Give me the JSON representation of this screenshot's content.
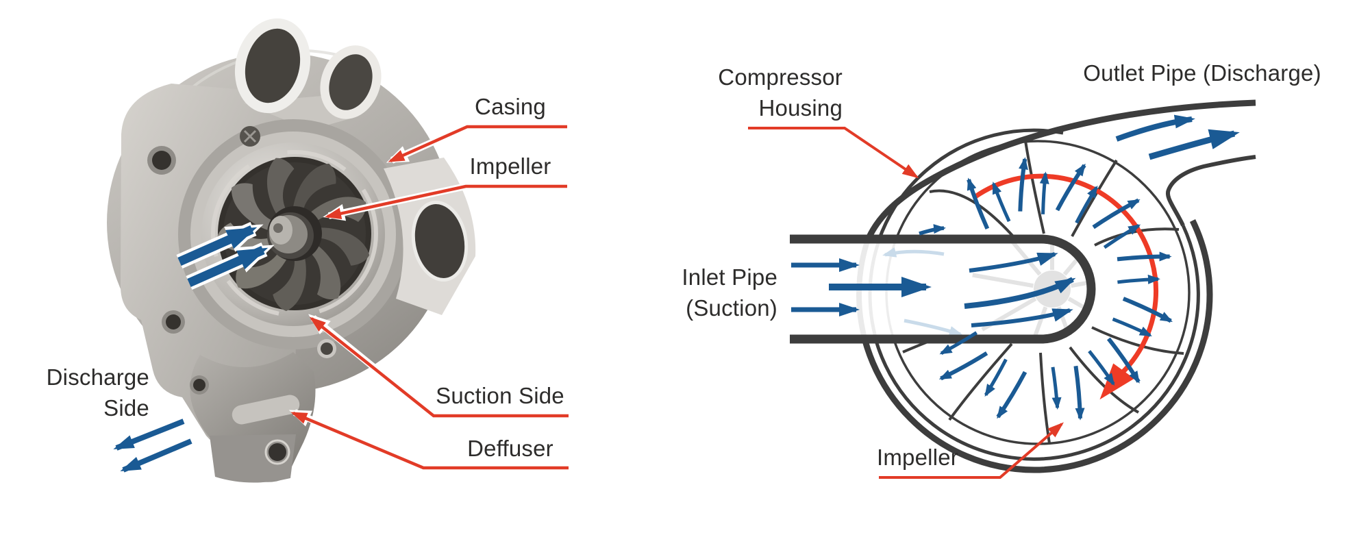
{
  "colors": {
    "annotation_red": "#e23b27",
    "swirl_red": "#ee3b26",
    "flow_blue": "#1a5a94",
    "housing_dark": "#3d3d3d",
    "text_color": "#2d2c2b"
  },
  "panel_left": {
    "labels": {
      "casing": "Casing",
      "impeller": "Impeller",
      "suction_side": "Suction Side",
      "deffuser": "Deffuser",
      "discharge_side_line1": "Discharge",
      "discharge_side_line2": "Side"
    }
  },
  "panel_right": {
    "labels": {
      "compressor_housing_line1": "Compressor",
      "compressor_housing_line2": "Housing",
      "outlet_pipe": "Outlet Pipe (Discharge)",
      "inlet_pipe_line1": "Inlet Pipe",
      "inlet_pipe_line2": "(Suction)",
      "impeller": "Impeller"
    }
  }
}
